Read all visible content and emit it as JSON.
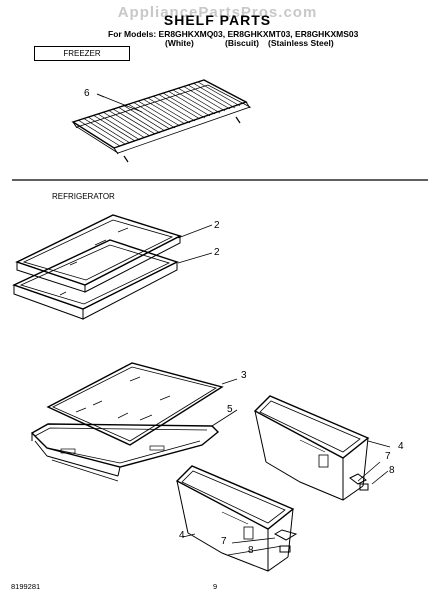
{
  "header": {
    "watermark": "AppliancePartsPros.com",
    "title": "SHELF PARTS",
    "models_line": "For Models: ER8GHKXMQ03, ER8GHKXMT03, ER8GHKXMS03",
    "color_white": "(White)",
    "color_biscuit": "(Biscuit)",
    "color_stainless": "(Stainless Steel)"
  },
  "sections": {
    "freezer": "FREEZER",
    "refrigerator": "REFRIGERATOR"
  },
  "callouts": {
    "wire_shelf": "6",
    "glass_shelf_upper": "2",
    "glass_shelf_lower": "2",
    "crisper_cover_glass": "3",
    "crisper_cover_frame": "5",
    "right_crisper": "4",
    "right_slide_a": "7",
    "right_slide_b": "8",
    "left_crisper": "4",
    "left_slide_a": "7",
    "left_slide_b": "8"
  },
  "footer": {
    "doc_number": "8199281",
    "page_number": "9"
  }
}
